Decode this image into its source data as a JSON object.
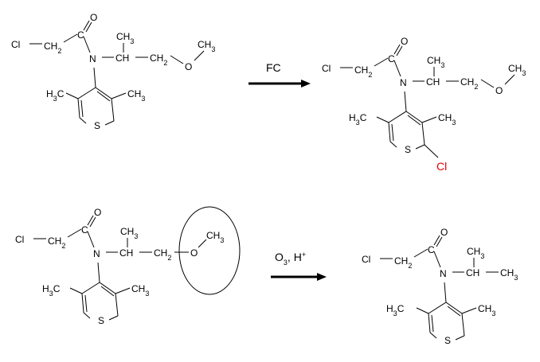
{
  "colors": {
    "ink": "#000000",
    "chlorine_highlight": "#e00000",
    "background": "#ffffff"
  },
  "reaction_1": {
    "condition": "FC",
    "reactant": {
      "labels": {
        "cl": "Cl",
        "ch2": "CH2",
        "c": "C",
        "o": "O",
        "n": "N",
        "ch": "CH",
        "ch3_top": "CH3",
        "ch2b": "CH2",
        "o_ether": "O",
        "ch3_ether": "CH3",
        "h3c": "H3C",
        "ch3_ring": "CH3",
        "s": "S"
      }
    },
    "product": {
      "labels": {
        "cl": "Cl",
        "ch2": "CH2",
        "c": "C",
        "o": "O",
        "n": "N",
        "ch": "CH",
        "ch3_top": "CH3",
        "ch2b": "CH2",
        "o_ether": "O",
        "ch3_ether": "CH3",
        "h3c": "H3C",
        "ch3_ring": "CH3",
        "s": "S",
        "cl_ring": "Cl"
      }
    }
  },
  "reaction_2": {
    "condition": "O3,  H+",
    "reactant": {
      "labels": {
        "cl": "Cl",
        "ch2": "CH2",
        "c": "C",
        "o": "O",
        "n": "N",
        "ch": "CH",
        "ch3_top": "CH3",
        "ch2b": "CH2",
        "o_ether": "O",
        "ch3_ether": "CH3",
        "h3c": "H3C",
        "ch3_ring": "CH3",
        "s": "S"
      }
    },
    "product": {
      "labels": {
        "cl": "Cl",
        "ch2": "CH2",
        "c": "C",
        "o": "O",
        "n": "N",
        "ch": "CH",
        "ch3_top": "CH3",
        "ch3_end": "CH3",
        "h3c": "H3C",
        "ch3_ring": "CH3",
        "s": "S"
      }
    }
  }
}
